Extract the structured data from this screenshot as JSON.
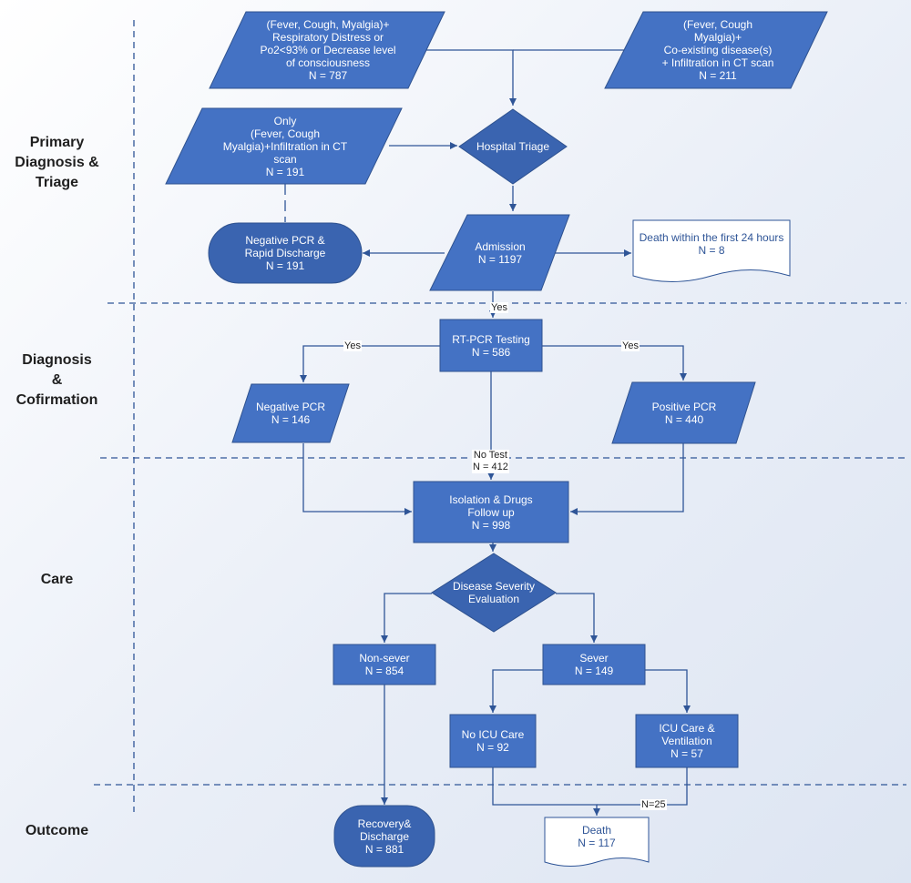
{
  "phases": {
    "primary": "Primary\nDiagnosis &\nTriage",
    "diagnosis": "Diagnosis\n&\nCofirmation",
    "care": "Care",
    "outcome": "Outcome"
  },
  "nodes": {
    "fever_resp": "(Fever, Cough, Myalgia)+\nRespiratory Distress or\nPo2<93% or Decrease level\nof consciousness\nN = 787",
    "fever_coexist": "(Fever, Cough\nMyalgia)+\nCo-existing disease(s)\n+ Infiltration in CT scan\nN = 211",
    "only_fever": "Only\n(Fever, Cough\nMyalgia)+Infiltration in CT\nscan\nN = 191",
    "hospital_triage": "Hospital Triage",
    "negative_rapid": "Negative PCR &\nRapid Discharge\nN = 191",
    "admission": "Admission\nN = 1197",
    "death_24h": "Death within the first 24 hours\nN = 8",
    "rt_pcr": "RT-PCR Testing\nN = 586",
    "negative_pcr": "Negative PCR\nN = 146",
    "positive_pcr": "Positive PCR\nN = 440",
    "isolation": "Isolation & Drugs\nFollow up\nN = 998",
    "severity": "Disease Severity\nEvaluation",
    "non_sever": "Non-sever\nN = 854",
    "sever": "Sever\nN = 149",
    "no_icu": "No ICU Care\nN = 92",
    "icu": "ICU Care &\nVentilation\nN = 57",
    "recovery": "Recovery&\nDischarge\nN = 881",
    "death": "Death\nN = 117"
  },
  "edge_labels": {
    "admission_yes": "Yes",
    "neg_yes": "Yes",
    "pos_yes": "Yes",
    "no_test": "No Test\nN = 412",
    "icu_death": "N=25"
  },
  "colors": {
    "node_fill": "#4472c4",
    "node_dark": "#3a64b0",
    "node_stroke": "#2f528f",
    "arrow": "#2f5597",
    "document_fill": "#ffffff",
    "dash": "#2f5597"
  }
}
